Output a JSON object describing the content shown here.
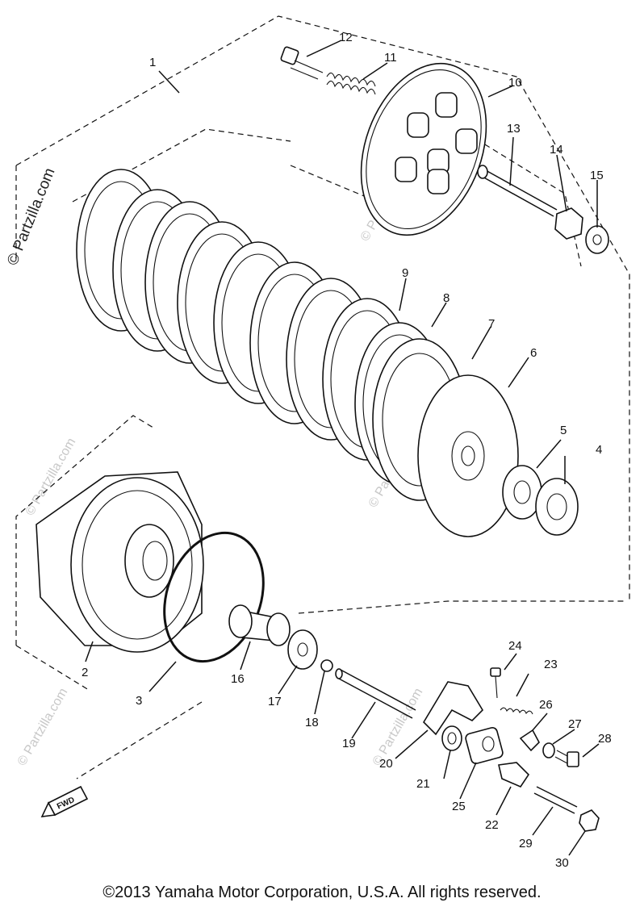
{
  "watermark": {
    "main": "© Partzilla.com",
    "faint": "© Partzilla.com"
  },
  "callouts": [
    "1",
    "2",
    "3",
    "4",
    "5",
    "6",
    "7",
    "8",
    "9",
    "10",
    "11",
    "12",
    "13",
    "14",
    "15",
    "16",
    "17",
    "18",
    "19",
    "20",
    "21",
    "22",
    "23",
    "24",
    "25",
    "26",
    "27",
    "28",
    "29",
    "30"
  ],
  "fwd_label": "FWD",
  "copyright": "©2013  Yamaha Motor Corporation, U.S.A. All rights reserved."
}
